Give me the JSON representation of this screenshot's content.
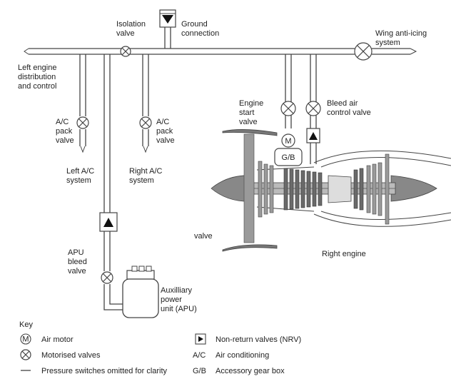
{
  "labels": {
    "isolation_valve": [
      "Isolation",
      "valve"
    ],
    "ground_connection": [
      "Ground",
      "connection"
    ],
    "wing_anti_icing": [
      "Wing anti-icing",
      "system"
    ],
    "left_engine": [
      "Left engine",
      "distribution",
      "and control"
    ],
    "ac_pack_valve_left": [
      "A/C",
      "pack",
      "valve"
    ],
    "ac_pack_valve_right": [
      "A/C",
      "pack",
      "valve"
    ],
    "left_ac_system": [
      "Left A/C",
      "system"
    ],
    "right_ac_system": [
      "Right A/C",
      "system"
    ],
    "engine_start_valve": [
      "Engine",
      "start",
      "valve"
    ],
    "bleed_air_control_valve": [
      "Bleed air",
      "control valve"
    ],
    "gearbox": "G/B",
    "air_motor": "M",
    "valve_stray": "valve",
    "right_engine": "Right engine",
    "apu_bleed_valve": [
      "APU",
      "bleed",
      "valve"
    ],
    "apu": [
      "Auxilliary",
      "power",
      "unit (APU)"
    ]
  },
  "key": {
    "title": "Key",
    "items": [
      {
        "symbol": "M",
        "text": "Air motor"
      },
      {
        "symbol": "⊗",
        "text": "Motorised valves"
      },
      {
        "symbol": "—",
        "text": "Pressure switches omitted for clarity"
      },
      {
        "symbol": "▶",
        "text": "Non-return valves (NRV)"
      },
      {
        "symbol": "A/C",
        "text": "Air conditioning"
      },
      {
        "symbol": "G/B",
        "text": "Accessory gear box"
      }
    ]
  }
}
